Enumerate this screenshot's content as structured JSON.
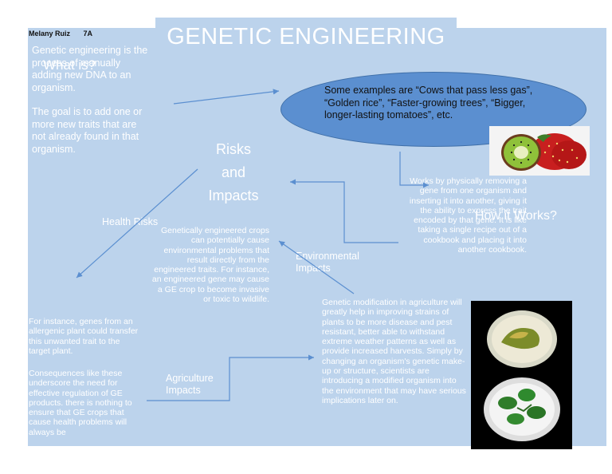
{
  "author": {
    "name": "Melany Ruiz",
    "class": "7A"
  },
  "title": "GENETIC ENGINEERING",
  "what_is": {
    "heading": "What is?",
    "para1": "Genetic engineering is the process of manually adding new DNA to an organism.",
    "para2": "The goal is to add one or more new traits that are not already found in that organism."
  },
  "examples": "Some examples are “Cows that pass less gas”, “Golden rice”, “Faster-growing trees”, “Bigger, longer-lasting tomatoes”, etc.",
  "risks_heading": [
    "Risks",
    "and",
    "Impacts"
  ],
  "how_it_works": {
    "heading": "How it Works?",
    "text": "Works by physically removing a gene from one organism and inserting it into another, giving it the ability to express the trait encoded by that gene. It is like taking a single recipe out of a cookbook and placing it into another cookbook."
  },
  "health_risks": {
    "label": "Health Risks",
    "para1": "For instance, genes from an allergenic plant could transfer this unwanted trait to the target plant.",
    "para2": "Consequences like these underscore the need for effective regulation of GE products. there is nothing to ensure that GE crops that cause health problems will always be"
  },
  "environmental": {
    "label": "Environmental Impacts",
    "text": "Genetically engineered crops can potentially cause environmental problems that result directly from the engineered traits. For instance, an engineered gene may cause a GE crop to become invasive or toxic to wildlife."
  },
  "agriculture": {
    "label": "Agriculture Impacts",
    "text": "Genetic modification in agriculture will greatly help in improving strains of plants to be more disease and pest resistant, better able to withstand extreme weather patterns as well as provide increased harvests. Simply by changing an organism's genetic make-up or structure, scientists are introducing a modified organism into the environment that may have serious implications later on."
  },
  "colors": {
    "background": "#bcd3ec",
    "ellipse": "#5b8fd0",
    "arrows": "#5b8fd0",
    "text": "#ffffff"
  },
  "images": [
    "kiwi-strawberry-photo",
    "petri-dish-plants-photo"
  ]
}
